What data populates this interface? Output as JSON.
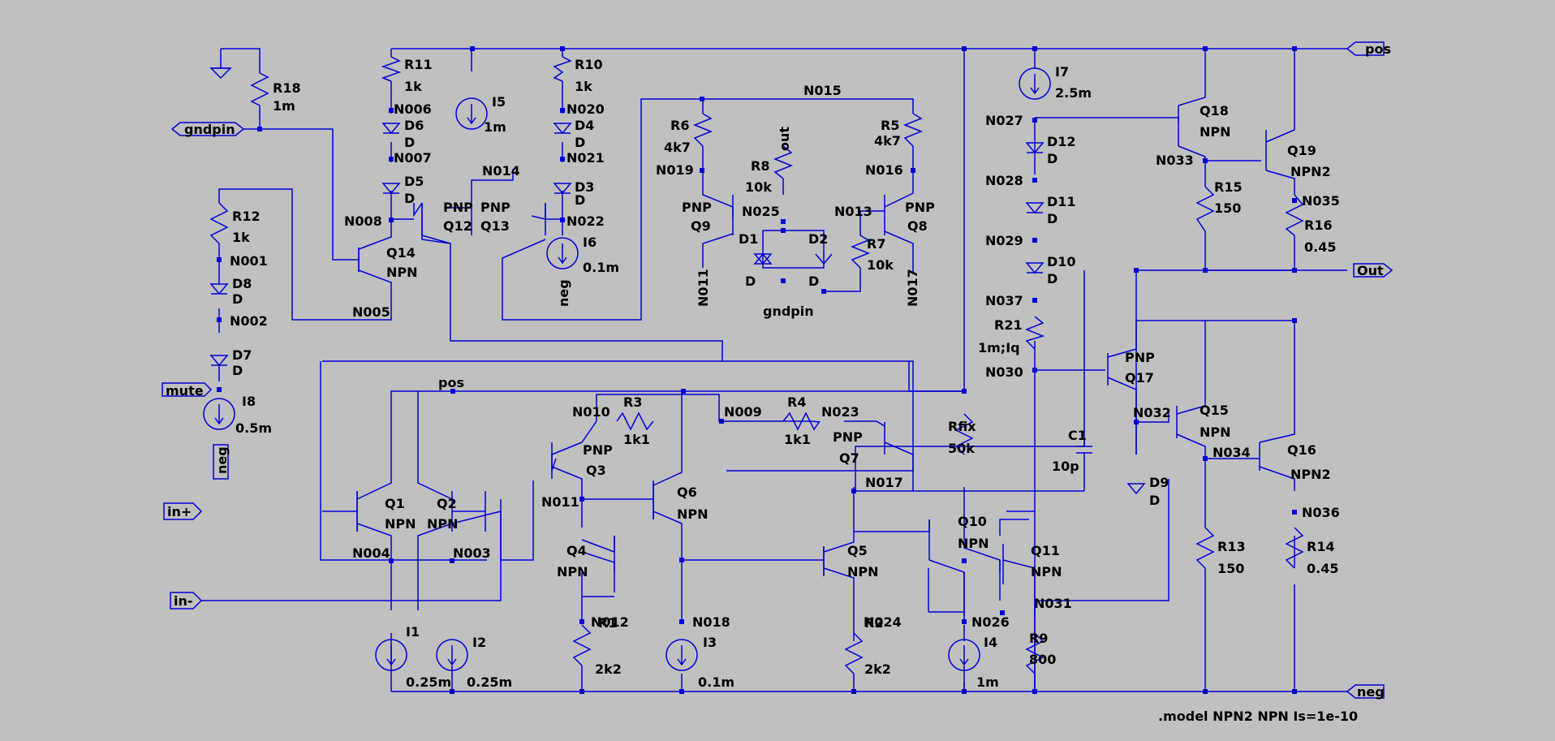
{
  "colors": {
    "background": "#c0c0c0",
    "wire": "#0000d8",
    "text": "#000000"
  },
  "ports": {
    "pos": "pos",
    "out": "Out",
    "neg": "neg",
    "gndpin": "gndpin",
    "mute": "mute",
    "in_plus": "in+",
    "in_minus": "in-",
    "neg_i8": "neg"
  },
  "resistors": {
    "R18": {
      "name": "R18",
      "value": "1m"
    },
    "R11": {
      "name": "R11",
      "value": "1k"
    },
    "R10": {
      "name": "R10",
      "value": "1k"
    },
    "R12": {
      "name": "R12",
      "value": "1k"
    },
    "R6": {
      "name": "R6",
      "value": "4k7"
    },
    "R5": {
      "name": "R5",
      "value": "4k7"
    },
    "R8": {
      "name": "R8",
      "value": "10k"
    },
    "R7": {
      "name": "R7",
      "value": "10k"
    },
    "R15": {
      "name": "R15",
      "value": "150"
    },
    "R16": {
      "name": "R16",
      "value": "0.45"
    },
    "R21": {
      "name": "R21",
      "value": "1m;Iq"
    },
    "R3": {
      "name": "R3",
      "value": "1k1"
    },
    "R4": {
      "name": "R4",
      "value": "1k1"
    },
    "Rfix": {
      "name": "Rfix",
      "value": "50k"
    },
    "R1": {
      "name": "R1",
      "value": "2k2"
    },
    "R2": {
      "name": "R2",
      "value": "2k2"
    },
    "R9": {
      "name": "R9",
      "value": "800"
    },
    "R13": {
      "name": "R13",
      "value": "150"
    },
    "R14": {
      "name": "R14",
      "value": "0.45"
    }
  },
  "sources": {
    "I5": {
      "name": "I5",
      "value": "1m"
    },
    "I6": {
      "name": "I6",
      "value": "0.1m"
    },
    "I7": {
      "name": "I7",
      "value": "2.5m"
    },
    "I8": {
      "name": "I8",
      "value": "0.5m"
    },
    "I1": {
      "name": "I1",
      "value": "0.25m"
    },
    "I2": {
      "name": "I2",
      "value": "0.25m"
    },
    "I3": {
      "name": "I3",
      "value": "0.1m"
    },
    "I4": {
      "name": "I4",
      "value": "1m"
    }
  },
  "diodes": {
    "D6": {
      "name": "D6",
      "value": "D"
    },
    "D5": {
      "name": "D5",
      "value": "D"
    },
    "D4": {
      "name": "D4",
      "value": "D"
    },
    "D3": {
      "name": "D3",
      "value": "D"
    },
    "D8": {
      "name": "D8",
      "value": "D"
    },
    "D7": {
      "name": "D7",
      "value": "D"
    },
    "D1": {
      "name": "D1",
      "value": "D"
    },
    "D2": {
      "name": "D2",
      "value": "D"
    },
    "D12": {
      "name": "D12",
      "value": "D"
    },
    "D11": {
      "name": "D11",
      "value": "D"
    },
    "D10": {
      "name": "D10",
      "value": "D"
    },
    "D9": {
      "name": "D9",
      "value": "D"
    }
  },
  "transistors": {
    "Q12": {
      "name": "Q12",
      "model": "PNP"
    },
    "Q13": {
      "name": "Q13",
      "model": "PNP"
    },
    "Q14": {
      "name": "Q14",
      "model": "NPN"
    },
    "Q9": {
      "name": "Q9",
      "model": "PNP"
    },
    "Q8": {
      "name": "Q8",
      "model": "PNP"
    },
    "Q18": {
      "name": "Q18",
      "model": "NPN"
    },
    "Q19": {
      "name": "Q19",
      "model": "NPN2"
    },
    "Q17": {
      "name": "Q17",
      "model": "PNP"
    },
    "Q15": {
      "name": "Q15",
      "model": "NPN"
    },
    "Q16": {
      "name": "Q16",
      "model": "NPN2"
    },
    "Q1": {
      "name": "Q1",
      "model": "NPN"
    },
    "Q2": {
      "name": "Q2",
      "model": "NPN"
    },
    "Q3": {
      "name": "Q3",
      "model": "PNP"
    },
    "Q6": {
      "name": "Q6",
      "model": "NPN"
    },
    "Q4": {
      "name": "Q4",
      "model": "NPN"
    },
    "Q5": {
      "name": "Q5",
      "model": "NPN"
    },
    "Q7": {
      "name": "Q7",
      "model": "PNP"
    },
    "Q10": {
      "name": "Q10",
      "model": "NPN"
    },
    "Q11": {
      "name": "Q11",
      "model": "NPN"
    }
  },
  "capacitors": {
    "C1": {
      "name": "C1",
      "value": "10p"
    }
  },
  "nets": {
    "N006": "N006",
    "N007": "N007",
    "N008": "N008",
    "N005": "N005",
    "N001": "N001",
    "N002": "N002",
    "N014": "N014",
    "N020": "N020",
    "N021": "N021",
    "N022": "N022",
    "N015": "N015",
    "N019": "N019",
    "N025": "N025",
    "N011a": "N011",
    "N016": "N016",
    "N013": "N013",
    "N017a": "N017",
    "out": "out",
    "gndpin2": "gndpin",
    "neg2": "neg",
    "N027": "N027",
    "N028": "N028",
    "N029": "N029",
    "N037": "N037",
    "N030": "N030",
    "N033": "N033",
    "N035": "N035",
    "N032": "N032",
    "N034": "N034",
    "N036": "N036",
    "N031": "N031",
    "pos2": "pos",
    "N010": "N010",
    "N009": "N009",
    "N023": "N023",
    "N011b": "N011",
    "N017b": "N017",
    "N004": "N004",
    "N003": "N003",
    "N012": "N012",
    "N018": "N018",
    "N024": "N024",
    "N026": "N026"
  },
  "directive": ".model NPN2 NPN Is=1e-10"
}
